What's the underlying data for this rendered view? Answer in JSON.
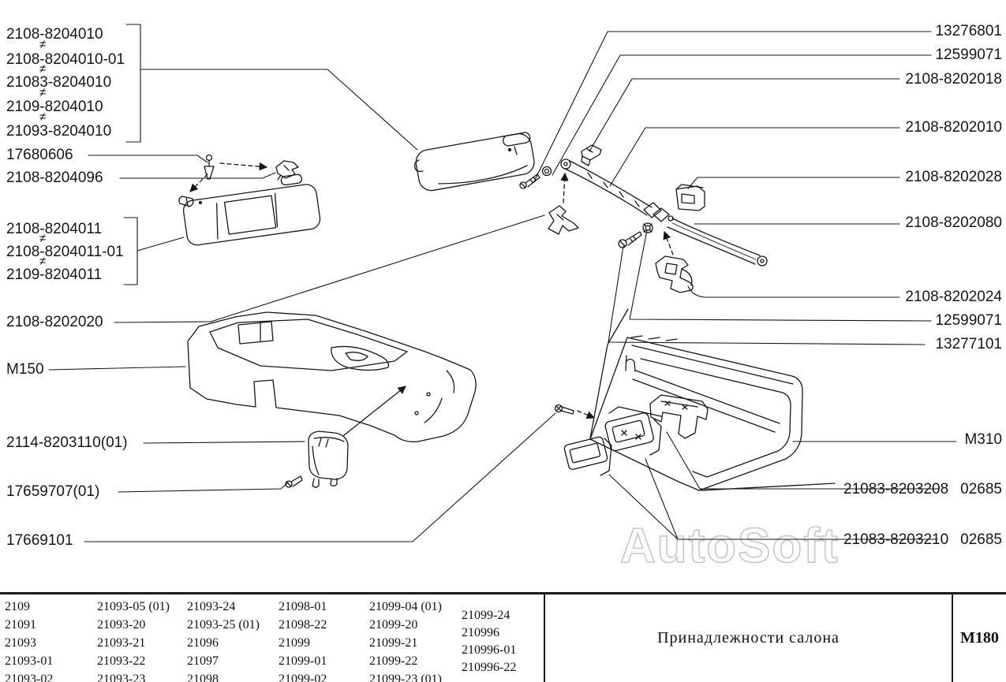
{
  "watermark": "AutoSoft",
  "callouts": {
    "neq": "≠",
    "visor_right_variants": [
      "2108-8204010",
      "2108-8204010-01",
      "21083-8204010",
      "2109-8204010",
      "21093-8204010"
    ],
    "visor_screw": "17680606",
    "visor_hook": "2108-8204096",
    "visor_left_variants": [
      "2108-8204011",
      "2108-8204011-01",
      "2109-8204011"
    ],
    "hole_plug": "2108-8202020",
    "console": "M150",
    "console_ashtray": "2114-8203110(01)",
    "console_ashtray_screw": "17659707(01)",
    "door_ashtray_screw": "17669101",
    "visor_pivot_screw": "13276801",
    "grommet": "12599071",
    "handle_clip": "2108-8202018",
    "assist_handle_front": "2108-8202010",
    "handle_bracket_upper": "2108-8202028",
    "assist_handle_rear": "2108-8202080",
    "handle_bracket_lower": "2108-8202024",
    "nut": "12599071",
    "bolt": "13277101",
    "door_panel": "M310",
    "door_ashtray_bracket_num": "21083-8203208",
    "door_ashtray_bracket_code": "02685",
    "door_ashtray_num": "21083-8203210",
    "door_ashtray_code": "02685"
  },
  "table": {
    "columns": [
      [
        "2109",
        "21091",
        "21093",
        "21093-01",
        "21093-02"
      ],
      [
        "21093-05 (01)",
        "21093-20",
        "21093-21",
        "21093-22",
        "21093-23"
      ],
      [
        "21093-24",
        "21093-25 (01)",
        "21096",
        "21097",
        "21098"
      ],
      [
        "21098-01",
        "21098-22",
        "21099",
        "21099-01",
        "21099-02"
      ],
      [
        "21099-04 (01)",
        "21099-20",
        "21099-21",
        "21099-22",
        "21099-23 (01)"
      ],
      [
        "21099-24",
        "210996",
        "210996-01",
        "210996-22"
      ]
    ],
    "caption": "Принадлежности салона",
    "code": "М180"
  }
}
